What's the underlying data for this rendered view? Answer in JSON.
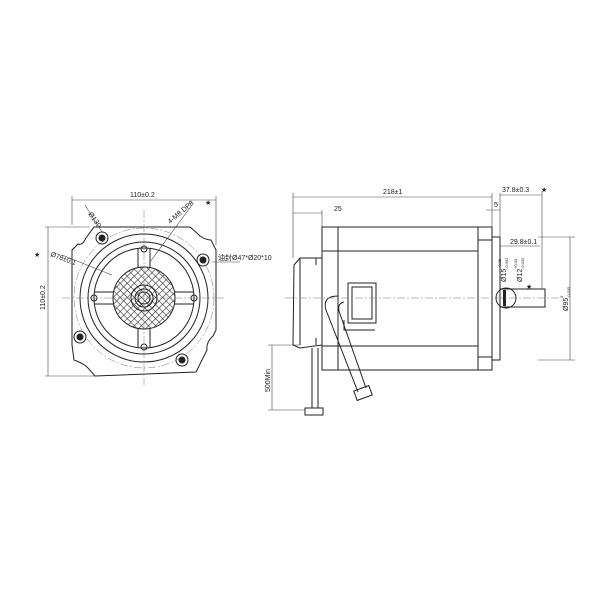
{
  "front_view": {
    "width_dim": "110±0.2",
    "height_dim": "110±0.2",
    "bolt_circle": "Ø130",
    "holes": "4-M8 DP8",
    "pilot": "Ø78±0.1",
    "oil_seal": "油封Ø47*Ø20*10",
    "key_marks": [
      "★",
      "★"
    ]
  },
  "side_view": {
    "overall_length": "218±1",
    "encoder_length": "25",
    "pilot_length": "5",
    "shaft_length": "37.8±0.3",
    "key_length": "29.8±0.1",
    "shaft_dia": "Ø15",
    "shaft_dia_tol_upper": "+0.05",
    "shaft_dia_tol_lower": "-0.002",
    "key_dia": "Ø12",
    "key_dia_tol_upper": "+0.03",
    "key_dia_tol_lower": "-0.032",
    "pilot_dia": "Ø95",
    "pilot_dia_tol_upper": "0",
    "pilot_dia_tol_lower": "-0.035",
    "cable_length": "500Min",
    "key_marks": [
      "★",
      "★"
    ]
  },
  "colors": {
    "line": "#222222",
    "background": "#ffffff"
  }
}
